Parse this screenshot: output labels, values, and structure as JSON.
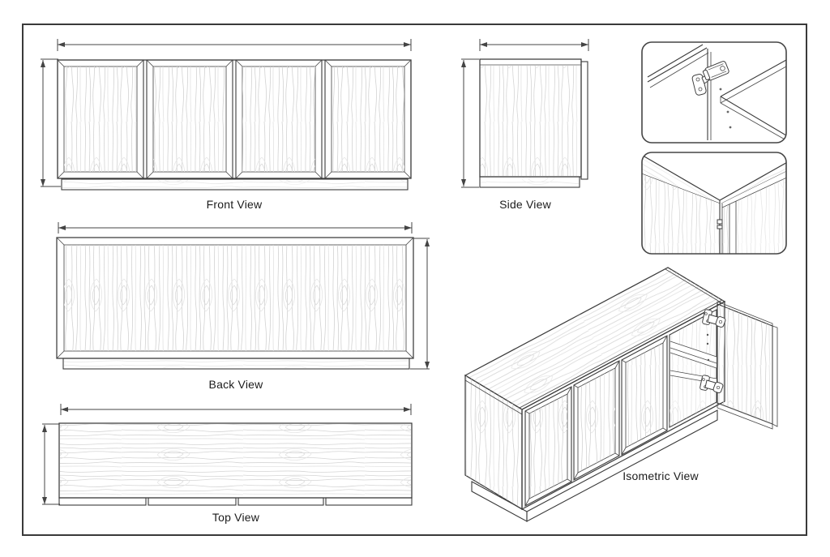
{
  "sheet": {
    "background": "#ffffff",
    "frame_color": "#3a3a3a",
    "line_color": "#3b3b3b",
    "grain_color": "#cdcdcd",
    "label_color": "#1b1b1b"
  },
  "views": {
    "front": {
      "label": "Front View"
    },
    "side": {
      "label": "Side View"
    },
    "back": {
      "label": "Back View"
    },
    "top": {
      "label": "Top View"
    },
    "isometric": {
      "label": "Isometric View"
    }
  }
}
